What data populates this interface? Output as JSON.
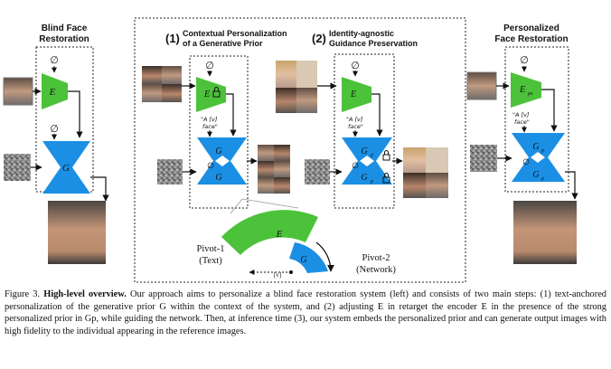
{
  "sections": {
    "blind": {
      "title_l1": "Blind Face",
      "title_l2": "Restoration"
    },
    "step1": {
      "num": "(1)",
      "title_l1": "Contextual Personalization",
      "title_l2": "of a Generative Prior"
    },
    "step2": {
      "num": "(2)",
      "title_l1": "Identity-agnostic",
      "title_l2": "Guidance Preservation"
    },
    "personalized": {
      "title_l1": "Personalized",
      "title_l2": "Face Restoration"
    }
  },
  "blocks": {
    "encoder": "E",
    "generator": "G",
    "personal_encoder": "E",
    "personal_encoder_sub": "pe",
    "personal_gen": "G",
    "personal_gen_sub": "p",
    "null_token": "∅"
  },
  "prompt": {
    "l1": "\"A [v]",
    "l2": "face\""
  },
  "pivots": {
    "p1_l1": "Pivot-1",
    "p1_l2": "(Text)",
    "p2_l1": "Pivot-2",
    "p2_l2": "(Network)",
    "token": "[v]",
    "arc_e": "E",
    "arc_g": "G"
  },
  "caption": {
    "label": "Figure 3.",
    "bold": "High-level overview.",
    "text": "Our approach aims to personalize a blind face restoration system (left) and consists of two main steps: (1) text-anchored personalization of the generative prior G within the context of the system, and (2) adjusting E in retarget the encoder E in the presence of the strong personalized prior in Gp, while guiding the network. Then, at inference time (3), our system embeds the personalized prior and can generate output images with high fidelity to the individual appearing in the reference images."
  },
  "colors": {
    "encoder": "#4cc23a",
    "generator": "#1b8fe3",
    "text": "#111111"
  }
}
